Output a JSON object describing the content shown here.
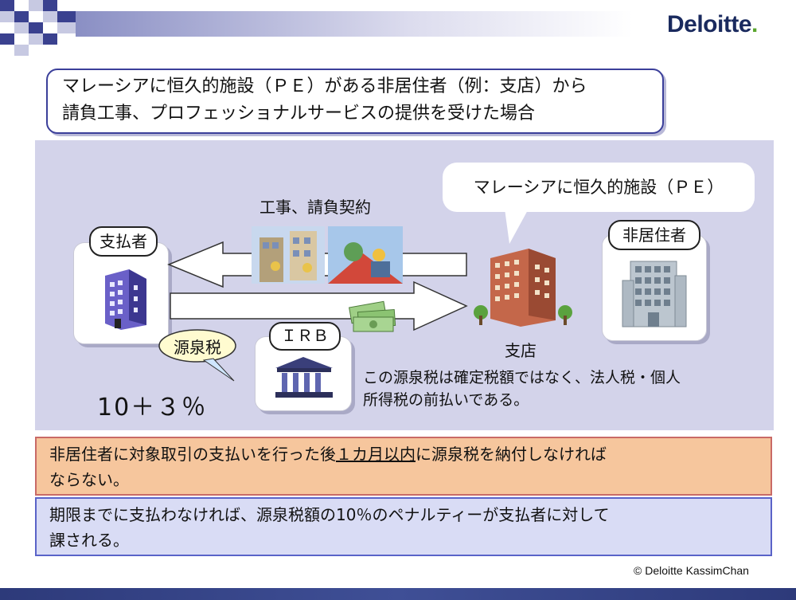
{
  "logo": {
    "text": "Deloitte",
    "dot": "."
  },
  "title": {
    "line1": "マレーシアに恒久的施設（ＰＥ）がある非居住者（例：支店）から",
    "line2": "請負工事、プロフェッショナルサービスの提供を受けた場合"
  },
  "diagram": {
    "contract_label": "工事、請負契約",
    "payer_label": "支払者",
    "nonresident_label": "非居住者",
    "branch_label": "支店",
    "irb_label": "ＩＲＢ",
    "withholding_label": "源泉税",
    "pe_bubble": "マレーシアに恒久的施設（ＰＥ）",
    "rate": "10＋３％",
    "note_line1": "この源泉税は確定税額ではなく、法人税・個人",
    "note_line2": "所得税の前払いである。"
  },
  "notice": {
    "orange_pre": "非居住者に対象取引の支払いを行った後",
    "orange_underline": "１カ月以内",
    "orange_post": "に源泉税を納付しなければ",
    "orange_line2": "ならない。",
    "blue_line1": "期限までに支払わなければ、源泉税額の10％のペナルティーが支払者に対して",
    "blue_line2": "課される。"
  },
  "footer": {
    "copyright": "© Deloitte KassimChan"
  },
  "colors": {
    "brand_navy": "#1a2a5e",
    "brand_green": "#5aa52d",
    "panel": "#d3d3ea",
    "orange_box": "#f6c69d",
    "blue_box": "#d9dcf5"
  }
}
